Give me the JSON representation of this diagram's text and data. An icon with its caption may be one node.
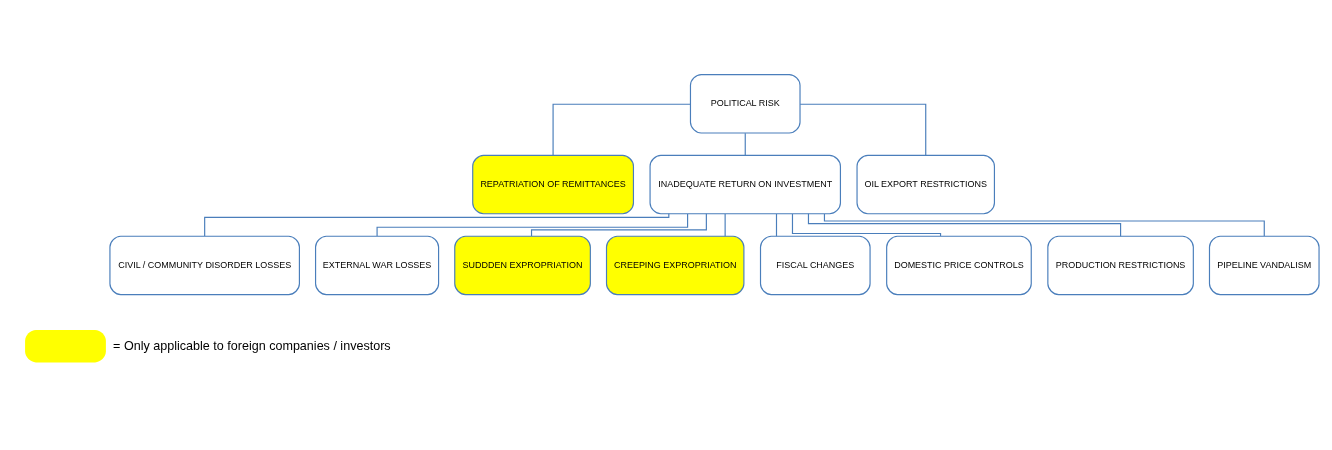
{
  "diagram": {
    "nodes": [
      {
        "text": [
          "POLITICAL RISK"
        ]
      },
      {
        "text": [
          "REPATRIATION OF REMITTANCES"
        ]
      },
      {
        "text": [
          "INADEQUATE RETURN ON INVESTMENT"
        ]
      },
      {
        "text": [
          "OIL EXPORT RESTRICTIONS"
        ]
      },
      {
        "text": [
          "CIVIL / COMMUNITY DISORDER LOSSES"
        ]
      },
      {
        "text": [
          "EXTERNAL WAR LOSSES"
        ]
      },
      {
        "text": [
          "SUDDDEN EXPROPRIATION"
        ]
      },
      {
        "text": [
          "CREEPING EXPROPRIATION"
        ]
      },
      {
        "text": [
          "FISCAL CHANGES"
        ]
      },
      {
        "text": [
          "DOMESTIC PRICE CONTROLS"
        ]
      },
      {
        "text": [
          "PRODUCTION RESTRICTIONS"
        ]
      },
      {
        "text": [
          "PIPELINE VANDALISM"
        ]
      }
    ],
    "edges": [
      {
        "from": 0,
        "to": 1,
        "arrow": "none"
      },
      {
        "from": 0,
        "to": 2,
        "arrow": "none"
      },
      {
        "from": 0,
        "to": 3,
        "arrow": "none"
      },
      {
        "from": 2,
        "to": 4,
        "arrow": "none"
      },
      {
        "from": 2,
        "to": 5,
        "arrow": "none"
      },
      {
        "from": 2,
        "to": 6,
        "arrow": "none"
      },
      {
        "from": 2,
        "to": 7,
        "arrow": "none"
      },
      {
        "from": 2,
        "to": 8,
        "arrow": "none"
      },
      {
        "from": 2,
        "to": 9,
        "arrow": "none"
      },
      {
        "from": 2,
        "to": 10,
        "arrow": "none"
      },
      {
        "from": 2,
        "to": 11,
        "arrow": "none"
      }
    ],
    "legend": [
      {
        "text": "= Only applicable to foreign companies / investors",
        "color": "#ffff00"
      }
    ]
  }
}
